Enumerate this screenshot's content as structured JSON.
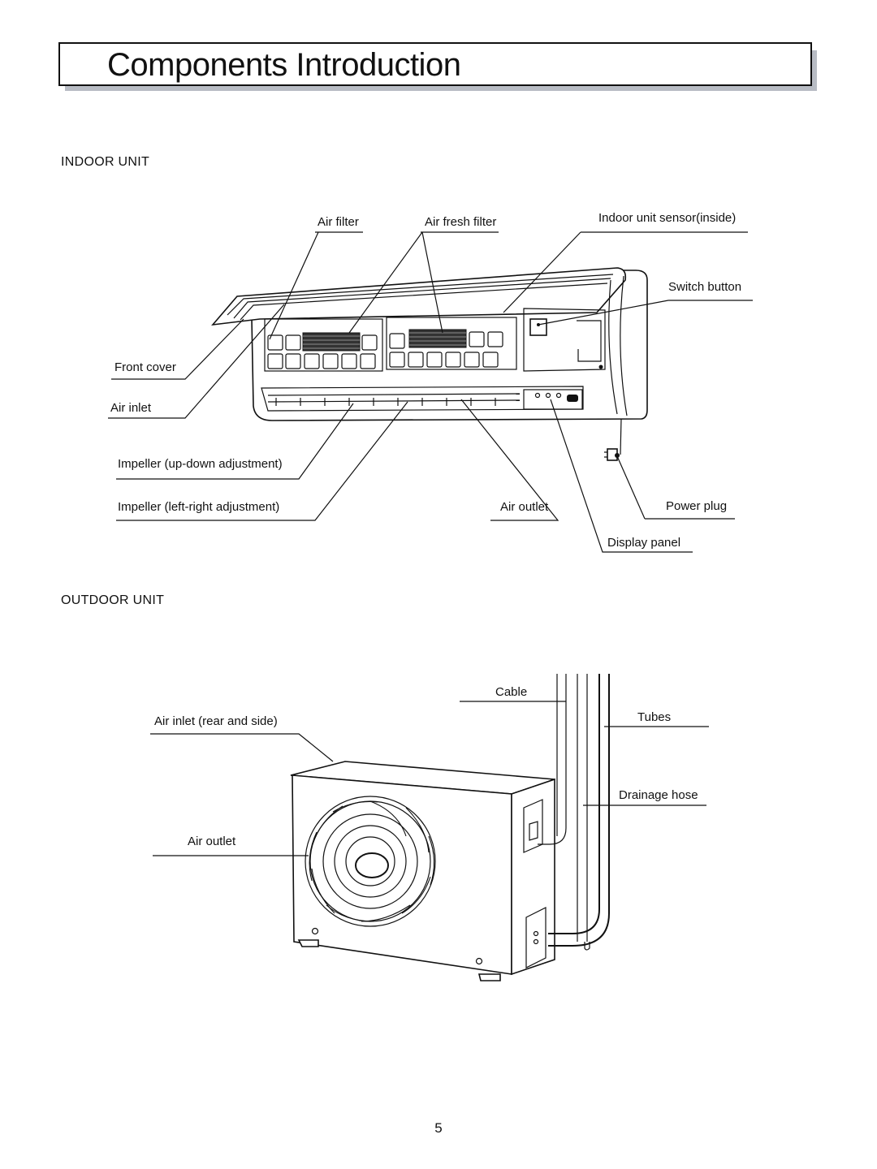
{
  "page_title": "Components Introduction",
  "indoor": {
    "heading": "INDOOR UNIT",
    "labels": {
      "air_filter": "Air filter",
      "air_fresh_filter": "Air fresh filter",
      "sensor": "Indoor unit sensor(inside)",
      "switch_button": "Switch button",
      "front_cover": "Front cover",
      "air_inlet": "Air inlet",
      "impeller_ud": "Impeller (up-down adjustment)",
      "impeller_lr": "Impeller (left-right adjustment)",
      "air_outlet": "Air outlet",
      "power_plug": "Power plug",
      "display_panel": "Display panel"
    }
  },
  "outdoor": {
    "heading": "OUTDOOR UNIT",
    "labels": {
      "cable": "Cable",
      "air_inlet": "Air inlet (rear and side)",
      "tubes": "Tubes",
      "drainage_hose": "Drainage hose",
      "air_outlet": "Air outlet"
    }
  },
  "page_number": "5"
}
